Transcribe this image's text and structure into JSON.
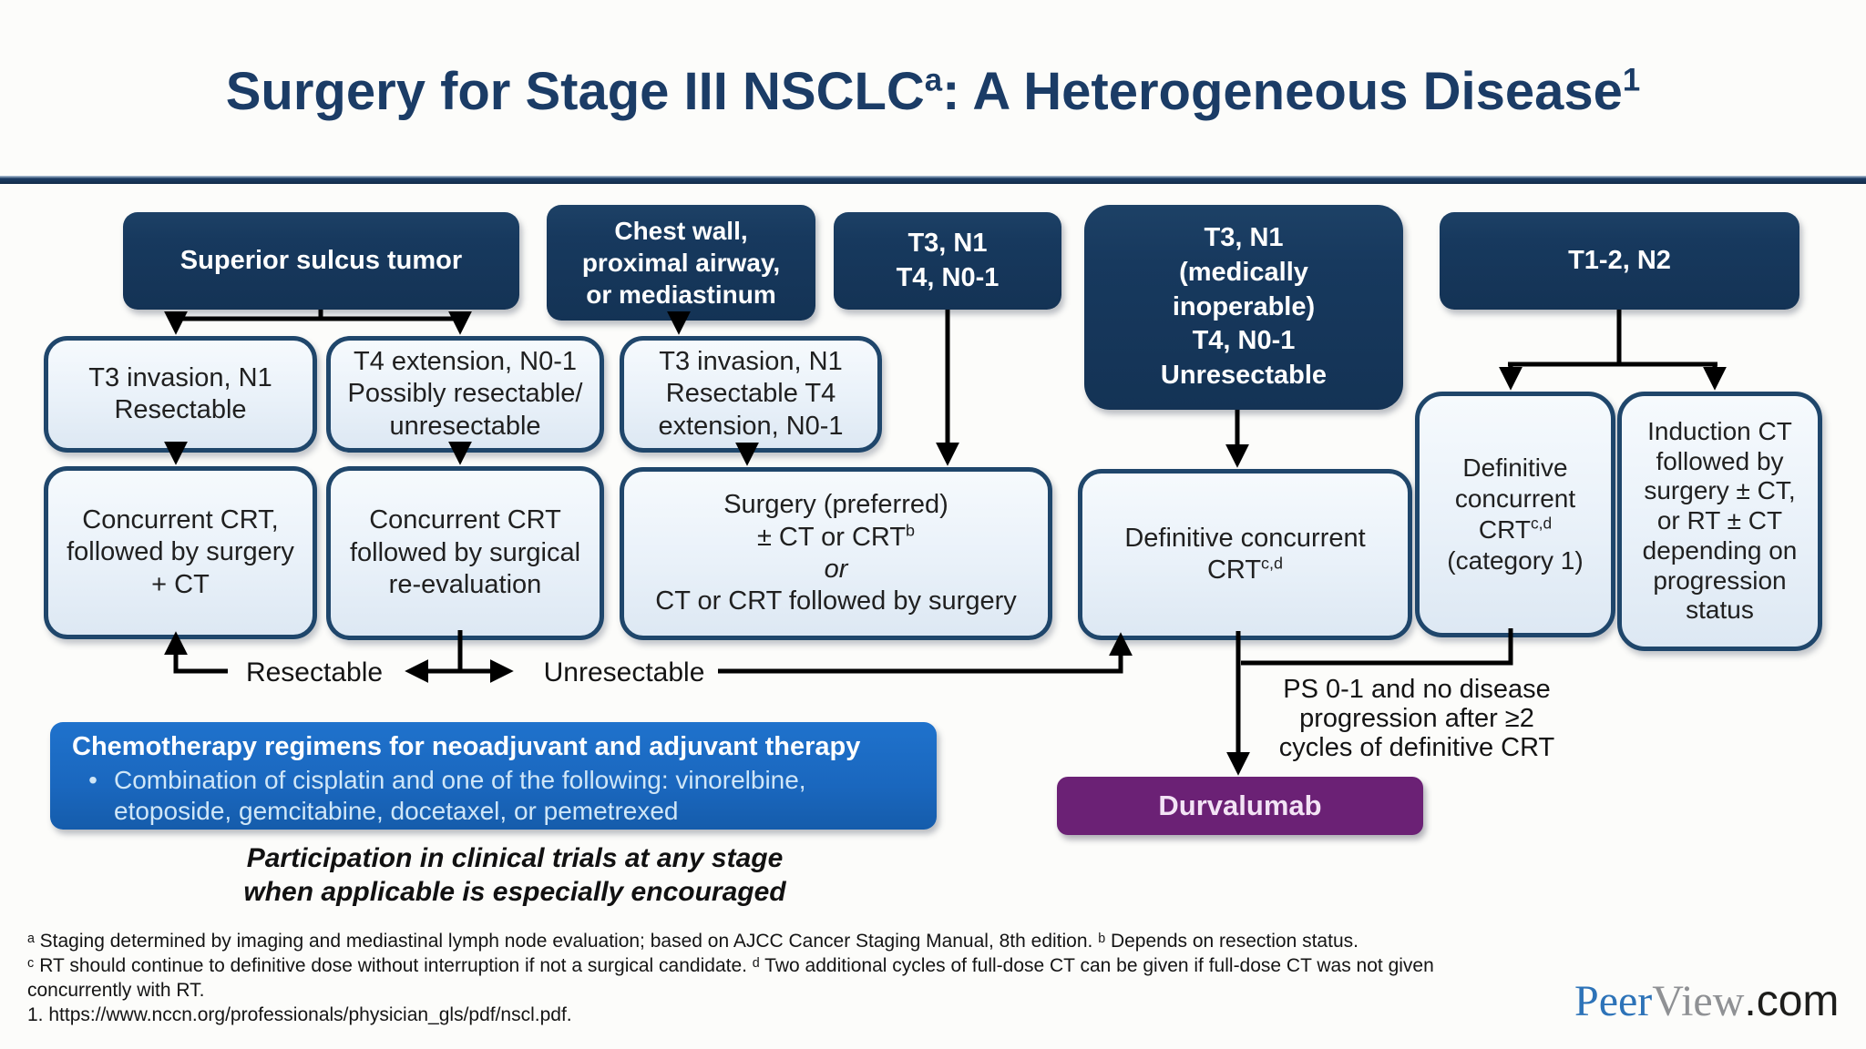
{
  "title": {
    "main": "Surgery for Stage III NSCLC",
    "sup_a": "a",
    "rest": ": A Heterogeneous Disease",
    "sup_1": "1"
  },
  "colors": {
    "navy": "#17395e",
    "light_box_fill": "#edf3fa",
    "box_border": "#1f466b",
    "chemo_blue": "#1a67be",
    "durvalumab_purple": "#6b2175",
    "title_navy": "#1b3c66",
    "peer_blue": "#2d73b8",
    "view_gray": "#8f9194"
  },
  "flow": {
    "b1": {
      "label": "Superior sulcus tumor"
    },
    "b2": {
      "lines": [
        "Chest wall,",
        "proximal airway,",
        "or mediastinum"
      ]
    },
    "b3": {
      "lines": [
        "T3, N1",
        "T4, N0-1"
      ]
    },
    "b4": {
      "lines": [
        "T3, N1",
        "(medically",
        "inoperable)",
        "T4, N0-1",
        "Unresectable"
      ]
    },
    "b5": {
      "label": "T1-2, N2"
    },
    "l1": {
      "lines": [
        "T3 invasion, N1",
        "Resectable"
      ]
    },
    "l2": {
      "lines": [
        "T4 extension, N0-1",
        "Possibly resectable/",
        "unresectable"
      ]
    },
    "l3": {
      "lines": [
        "T3 invasion, N1",
        "Resectable T4",
        "extension, N0-1"
      ]
    },
    "m1": {
      "lines": [
        "Concurrent CRT,",
        "followed by surgery",
        "+ CT"
      ]
    },
    "m2": {
      "lines": [
        "Concurrent CRT",
        "followed by surgical",
        "re-evaluation"
      ]
    },
    "m3": {
      "line1": "Surgery (preferred)",
      "line2_main": "± CT or CRT",
      "line2_sup": "b",
      "line3": "or",
      "line4": "CT or CRT followed by surgery"
    },
    "m4": {
      "line1": "Definitive concurrent",
      "line2_main": "CRT",
      "line2_sup": "c,d"
    },
    "r1": {
      "line1": "Definitive",
      "line2": "concurrent",
      "line3_main": "CRT",
      "line3_sup": "c,d",
      "line4": "(category 1)"
    },
    "r2": {
      "lines": [
        "Induction CT",
        "followed by",
        "surgery ± CT,",
        "or RT ± CT",
        "depending on",
        "progression",
        "status"
      ]
    },
    "resectable_label": "Resectable",
    "unresectable_label": "Unresectable",
    "ps_note": {
      "lines": [
        "PS 0-1 and no disease",
        "progression after ≥2",
        "cycles of definitive CRT"
      ]
    },
    "durvalumab": "Durvalumab"
  },
  "chemo": {
    "header": "Chemotherapy regimens for neoadjuvant and adjuvant therapy",
    "bullet_char": "•",
    "bullet_lines": [
      "Combination of cisplatin and one of the following: vinorelbine,",
      "etoposide, gemcitabine, docetaxel, or pemetrexed"
    ]
  },
  "participation": {
    "lines": [
      "Participation in clinical trials at any stage",
      "when applicable is especially encouraged"
    ]
  },
  "footnotes": {
    "lines": [
      "ᵃ Staging determined by imaging and mediastinal lymph node evaluation; based on AJCC Cancer Staging Manual, 8th edition. ᵇ Depends on resection status.",
      "ᶜ RT should continue to definitive dose without interruption if not a surgical candidate. ᵈ Two additional cycles of full-dose CT can be given if full-dose CT was not given",
      "concurrently with RT.",
      "1. https://www.nccn.org/professionals/physician_gls/pdf/nscl.pdf."
    ]
  },
  "logo": {
    "peer": "Peer",
    "view": "View",
    "com": ".com"
  }
}
